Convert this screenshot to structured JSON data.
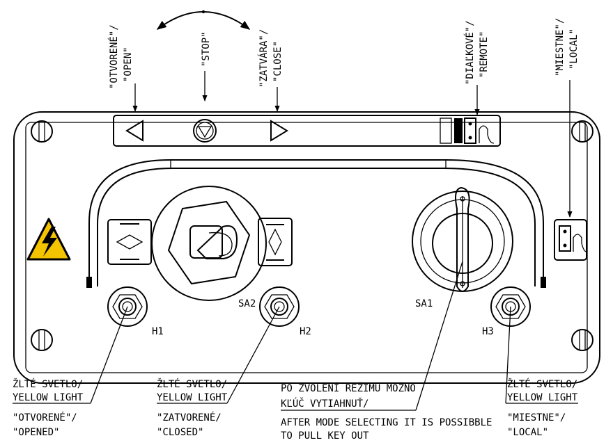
{
  "top_labels": {
    "open_sk": "\"OTVORENÉ\"/",
    "open_en": "\"OPEN\"",
    "stop": "\"STOP\"",
    "close_sk": "\"ZATVÁRA\"/",
    "close_en": "\"CLOSE\"",
    "remote_sk": "\"DIAĽKOVÉ\"/",
    "remote_en": "\"REMOTE\"",
    "local_sk": "\"MIESTNE\"/",
    "local_en": "\"LOCAL\""
  },
  "components": {
    "h1": "H1",
    "h2": "H2",
    "h3": "H3",
    "sa1": "SA1",
    "sa2": "SA2"
  },
  "bottom_labels": {
    "h1_line1": "ŽLTÉ SVETLO/",
    "h1_line2": "YELLOW LIGHT",
    "h1_state_sk": "\"OTVORENÉ\"/",
    "h1_state_en": "\"OPENED\"",
    "h2_line1": "ŽLTÉ SVETLO/",
    "h2_line2": "YELLOW LIGHT",
    "h2_state_sk": "\"ZATVORENÉ/",
    "h2_state_en": "\"CLOSED\"",
    "key_sk_line1": "PO ZVOLENÍ REŽIMU MOŽNO",
    "key_sk_line2": "KĽÚČ VYTIAHNUŤ/",
    "key_en_line1": "AFTER MODE SELECTING IT IS POSSIBBLE",
    "key_en_line2": "TO PULL KEY OUT",
    "h3_line1": "ŽLTÉ SVETLO/",
    "h3_line2": "YELLOW LIGHT",
    "h3_state_sk": "\"MIESTNE\"/",
    "h3_state_en": "\"LOCAL\""
  },
  "colors": {
    "warning_yellow": "#f5c400",
    "line": "#000000"
  },
  "icons": [
    "arrow-left-icon",
    "stop-icon",
    "arrow-right-icon",
    "remote-mode-icon",
    "local-mode-icon",
    "high-voltage-warning-icon",
    "lamp-icon",
    "key-switch-icon",
    "toggle-switch-icon"
  ]
}
